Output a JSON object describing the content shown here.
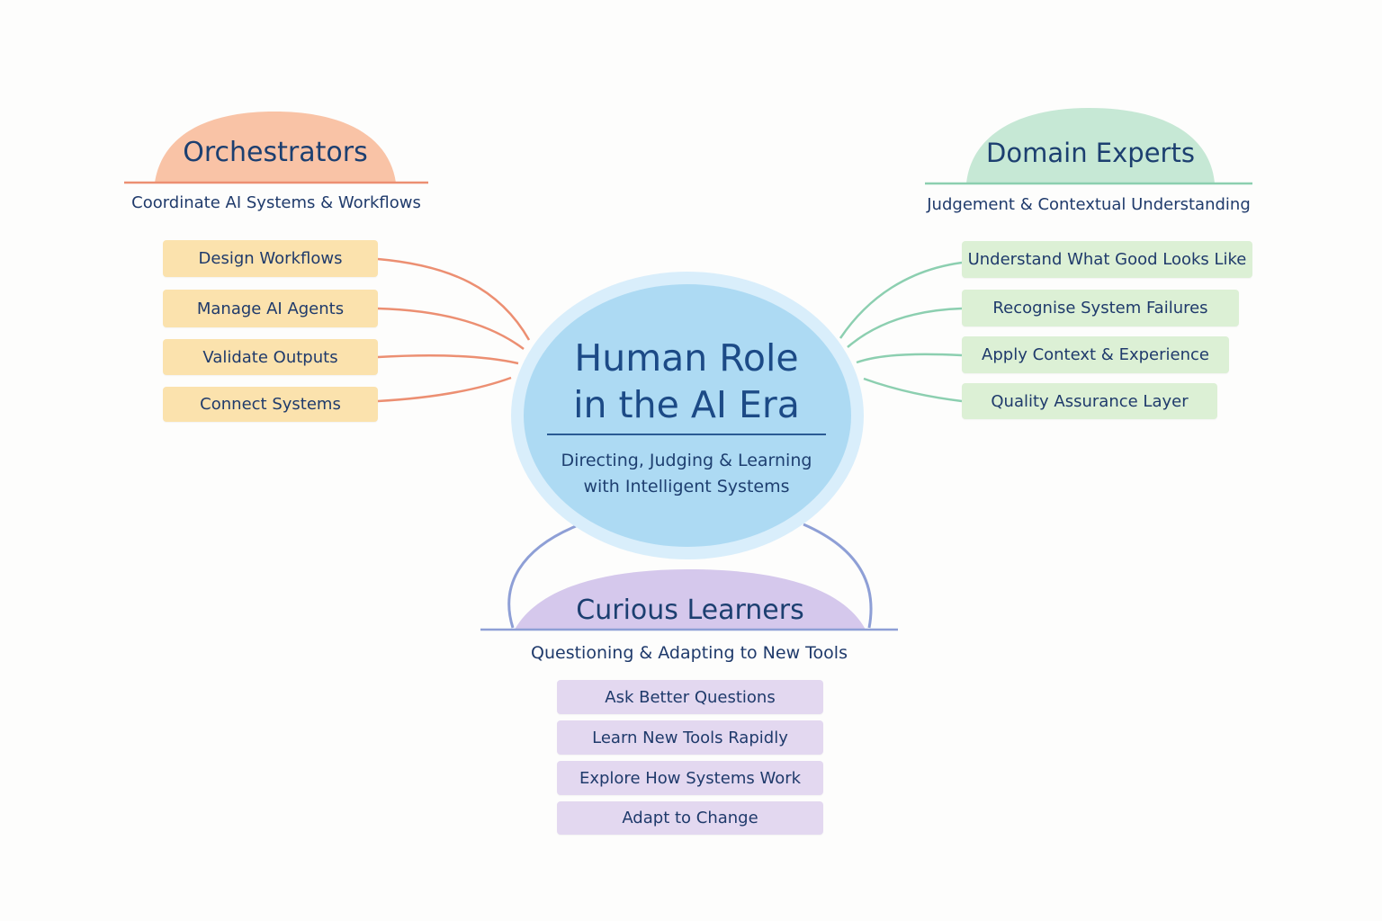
{
  "center": {
    "title_line1": "Human Role",
    "title_line2": "in the AI Era",
    "subtitle_line1": "Directing, Judging & Learning",
    "subtitle_line2": "with Intelligent Systems"
  },
  "orchestrators": {
    "title": "Orchestrators",
    "subtitle": "Coordinate AI Systems & Workflows",
    "items": [
      "Design Workflows",
      "Manage AI Agents",
      "Validate Outputs",
      "Connect Systems"
    ]
  },
  "domain_experts": {
    "title": "Domain Experts",
    "subtitle": "Judgement & Contextual Understanding",
    "items": [
      "Understand What Good Looks Like",
      "Recognise System Failures",
      "Apply Context & Experience",
      "Quality Assurance Layer"
    ]
  },
  "curious_learners": {
    "title": "Curious Learners",
    "subtitle": "Questioning & Adapting to New Tools",
    "items": [
      "Ask Better Questions",
      "Learn New Tools Rapidly",
      "Explore How Systems Work",
      "Adapt to Change"
    ]
  },
  "colors": {
    "orchestrators_dome": "#f9c3a6",
    "orchestrators_line": "#ec8f72",
    "orchestrators_item": "#fbe2ad",
    "domain_dome": "#c6e8d5",
    "domain_line": "#8ccfb0",
    "domain_item": "#dcf0d5",
    "learners_dome": "#d5c8ec",
    "learners_line": "#8e9fd6",
    "learners_item": "#e3d8f0",
    "center_fill": "#addaf3",
    "center_ring": "#d9eefb",
    "text": "#1f3a6b"
  }
}
